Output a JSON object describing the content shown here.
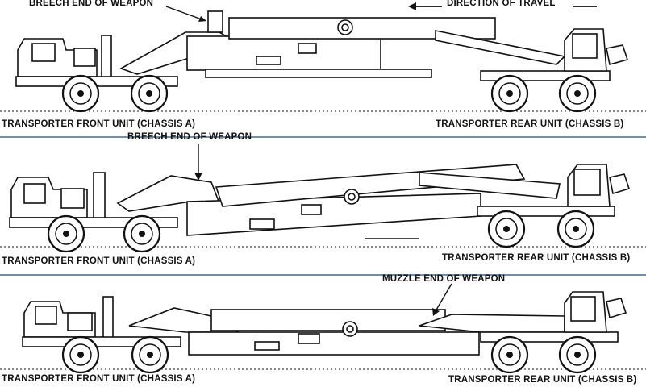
{
  "panels": [
    {
      "front_label": "TRANSPORTER FRONT UNIT (CHASSIS A)",
      "rear_label": "TRANSPORTER REAR UNIT (CHASSIS B)",
      "callout": "BREECH END OF WEAPON",
      "direction_label": "DIRECTION OF TRAVEL"
    },
    {
      "front_label": "TRANSPORTER FRONT UNIT (CHASSIS A)",
      "rear_label": "TRANSPORTER REAR UNIT (CHASSIS B)",
      "callout": "BREECH END OF WEAPON"
    },
    {
      "front_label": "TRANSPORTER FRONT UNIT (CHASSIS A)",
      "rear_label": "TRANSPORTER REAR UNIT (CHASSIS B)",
      "callout": "MUZZLE END OF WEAPON"
    }
  ],
  "colors": {
    "background": "#ffffff",
    "ink": "#111111",
    "separator": "#6f8fae",
    "fill": "#ffffff"
  }
}
